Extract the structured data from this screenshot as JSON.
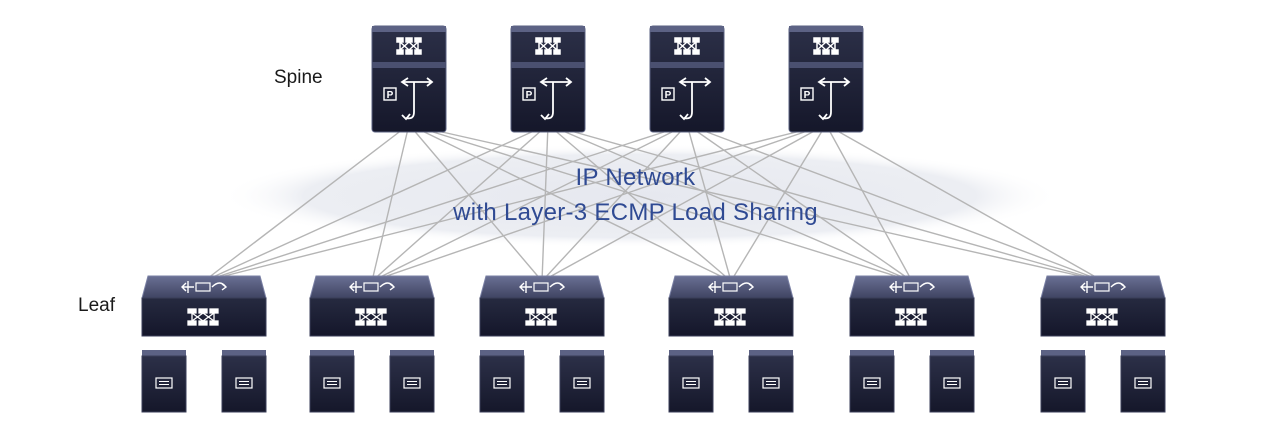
{
  "labels": {
    "spine": "Spine",
    "leaf": "Leaf",
    "network_title": "IP Network",
    "network_subtitle": "with Layer-3 ECMP Load Sharing"
  },
  "colors": {
    "device_top": "#4a5070",
    "device_body": "#1f2236",
    "device_edge": "#6a7090",
    "link": "#b5b5b5",
    "cloud": "#e9ebf1",
    "text_accent": "#2f4a93"
  },
  "icons": {
    "spine_switch": "spine-switch-icon",
    "leaf_switch": "leaf-switch-icon",
    "server": "server-icon"
  },
  "topology": {
    "spine_count": 4,
    "leaf_count": 6,
    "servers_per_leaf": 2,
    "full_mesh": true
  }
}
